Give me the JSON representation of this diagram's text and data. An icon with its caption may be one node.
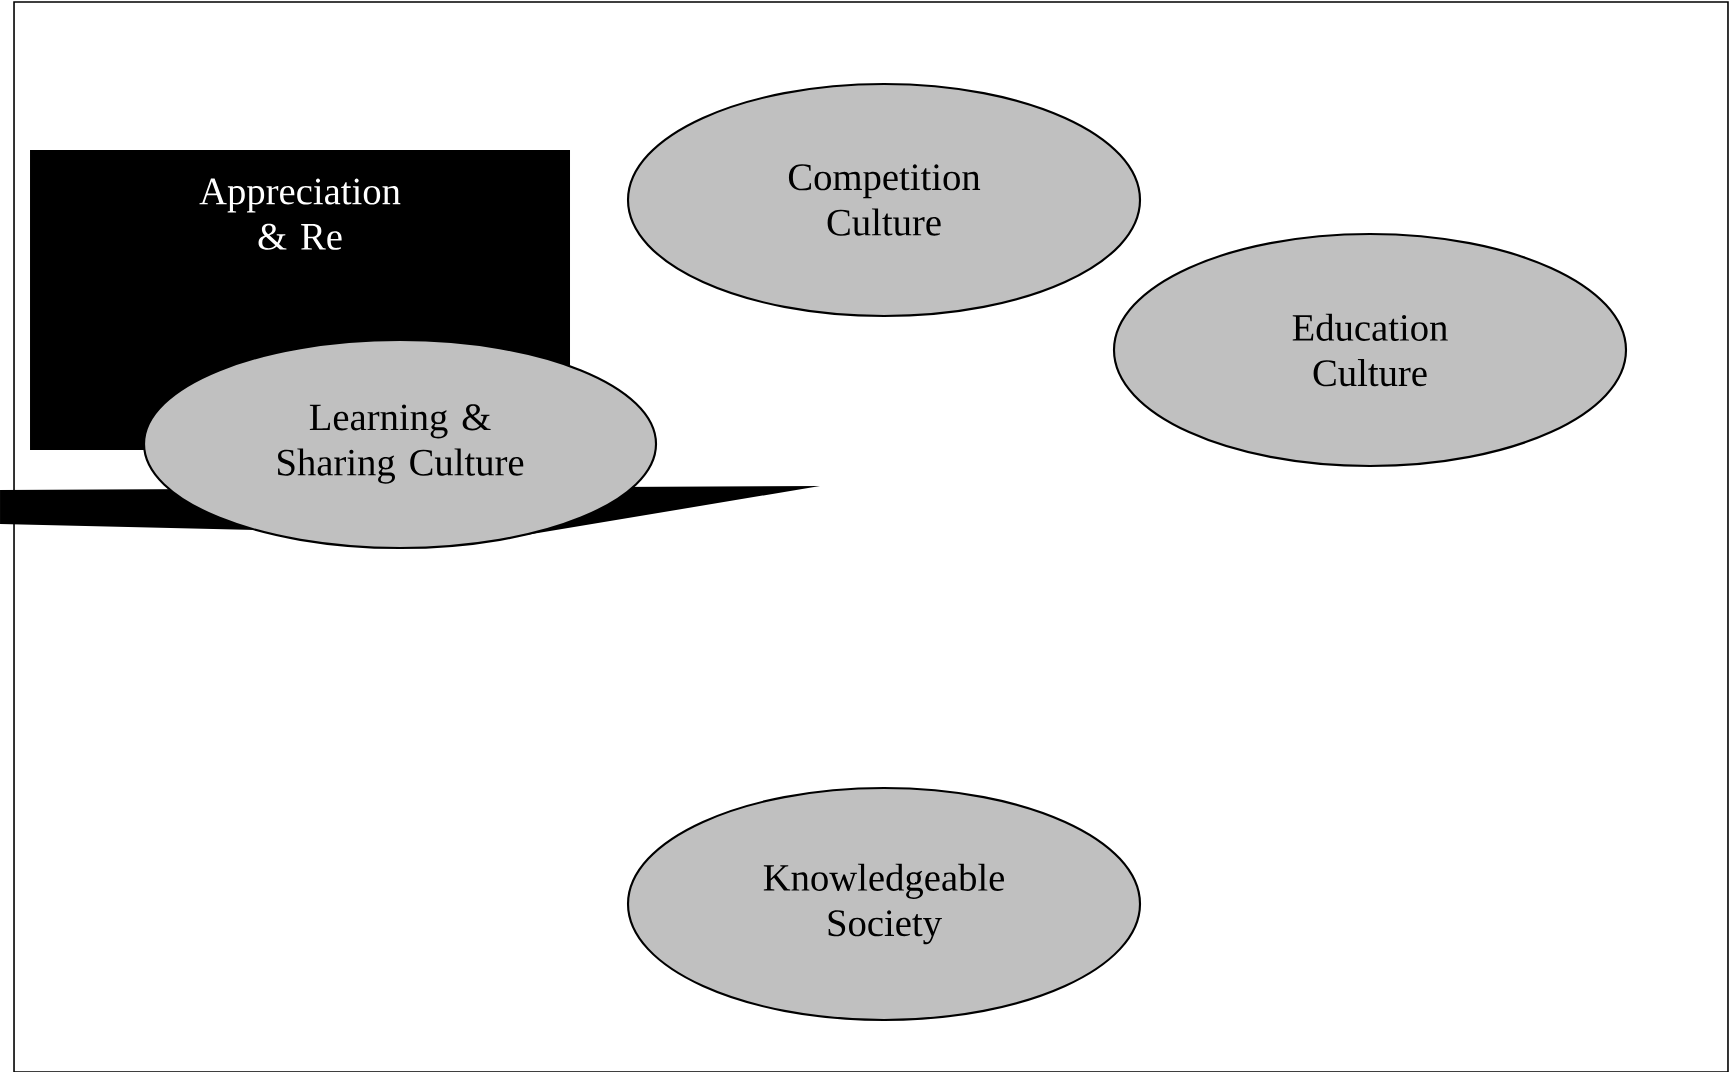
{
  "diagram": {
    "nodes": [
      {
        "text": [
          "Competition Culture"
        ]
      },
      {
        "text": [
          "Appreciation & Re"
        ]
      },
      {
        "text": [
          "Learning & Sharing Culture"
        ]
      },
      {
        "text": [
          "Education Culture"
        ]
      },
      {
        "text": [
          "Knowledgeable Society"
        ]
      }
    ]
  }
}
